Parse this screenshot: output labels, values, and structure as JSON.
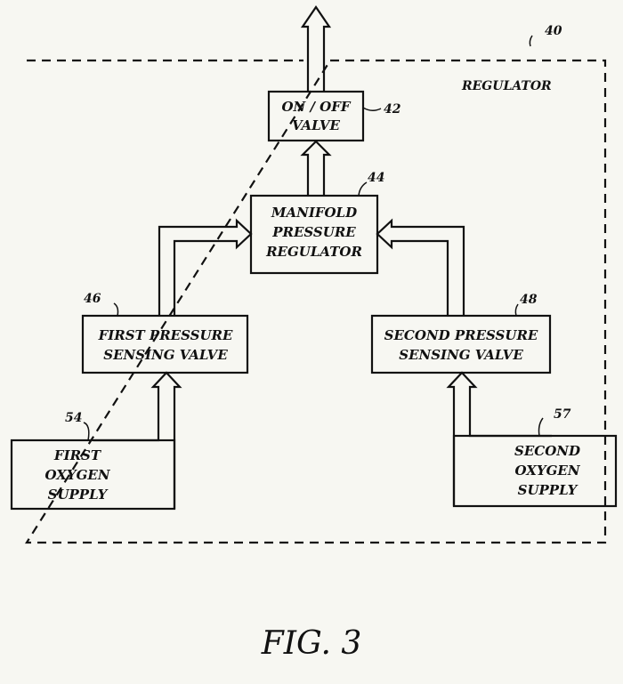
{
  "figure_label": "FIG. 3",
  "regulator": {
    "label": "REGULATOR",
    "ref": "40"
  },
  "blocks": {
    "on_off_valve": {
      "lines": [
        "ON / OFF",
        "VALVE"
      ],
      "ref": "42"
    },
    "manifold_regulator": {
      "lines": [
        "MANIFOLD",
        "PRESSURE",
        "REGULATOR"
      ],
      "ref": "44"
    },
    "first_sensing_valve": {
      "lines": [
        "FIRST PRESSURE",
        "SENSING VALVE"
      ],
      "ref": "46"
    },
    "second_sensing_valve": {
      "lines": [
        "SECOND PRESSURE",
        "SENSING VALVE"
      ],
      "ref": "48"
    },
    "first_oxygen_supply": {
      "lines": [
        "FIRST",
        "OXYGEN",
        "SUPPLY"
      ],
      "ref": "54"
    },
    "second_oxygen_supply": {
      "lines": [
        "SECOND",
        "OXYGEN",
        "SUPPLY"
      ],
      "ref": "57"
    }
  },
  "colors": {
    "ink": "#111111",
    "paper": "#f7f7f2"
  }
}
